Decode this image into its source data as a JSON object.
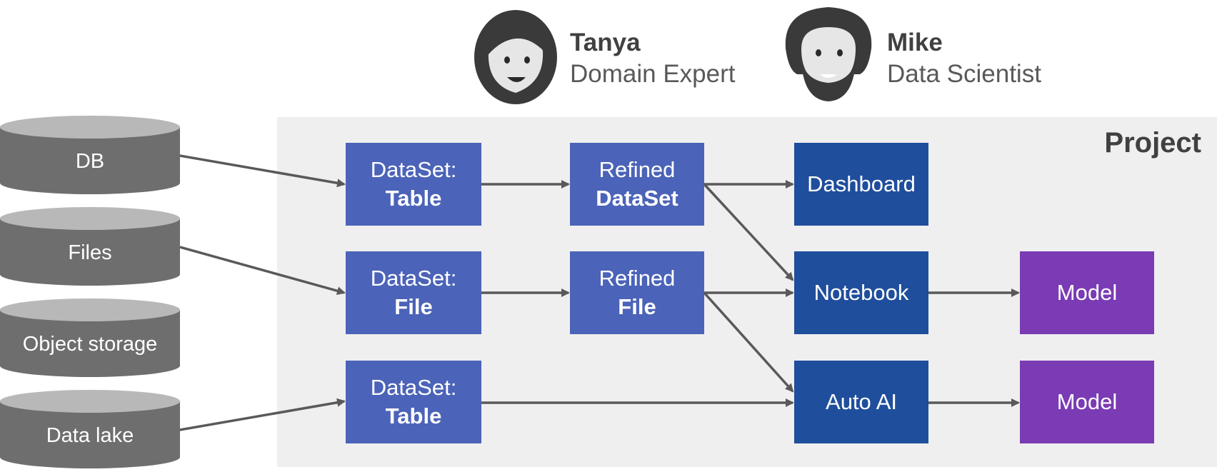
{
  "people": [
    {
      "name": "Tanya",
      "role": "Domain Expert"
    },
    {
      "name": "Mike",
      "role": "Data Scientist"
    }
  ],
  "project_label": "Project",
  "sources": [
    "DB",
    "Files",
    "Object storage",
    "Data lake"
  ],
  "datasets": [
    {
      "line1": "DataSet:",
      "line2": "Table"
    },
    {
      "line1": "DataSet:",
      "line2": "File"
    },
    {
      "line1": "DataSet:",
      "line2": "Table"
    }
  ],
  "refined": [
    {
      "line1": "Refined",
      "line2": "DataSet"
    },
    {
      "line1": "Refined",
      "line2": "File"
    }
  ],
  "tools": [
    "Dashboard",
    "Notebook",
    "Auto AI"
  ],
  "models": [
    "Model",
    "Model"
  ],
  "colors": {
    "dataset": "#4b63b8",
    "tool": "#1f4e9c",
    "model": "#7a3bb4",
    "source": "#6e6e6e",
    "panel": "#efefef"
  }
}
